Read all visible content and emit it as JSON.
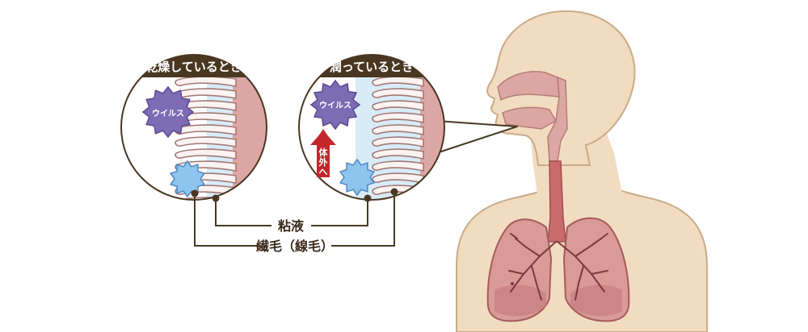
{
  "panels": {
    "dry": {
      "title": "乾燥しているとき",
      "virus_label": "ウイルス"
    },
    "moist": {
      "title": "潤っているとき",
      "virus_label": "ウイルス",
      "arrow_label": "体外へ"
    }
  },
  "legend": {
    "mucus": "粘液",
    "cilia": "繊毛（線毛）"
  },
  "colors": {
    "skin": "#f1dcc0",
    "skin_outline": "#c9ab88",
    "mucosa": "#dca6a3",
    "mucus_blue": "#d8ecf8",
    "cilia_fill": "#fbf3f1",
    "cilia_line": "#a27976",
    "banner": "#4a3722",
    "virus_purple": "#7c6cb4",
    "virus_blue": "#8ec5ef",
    "arrow_red": "#c1272d",
    "lung": "#d99a98",
    "airway": "#c96b6d"
  }
}
